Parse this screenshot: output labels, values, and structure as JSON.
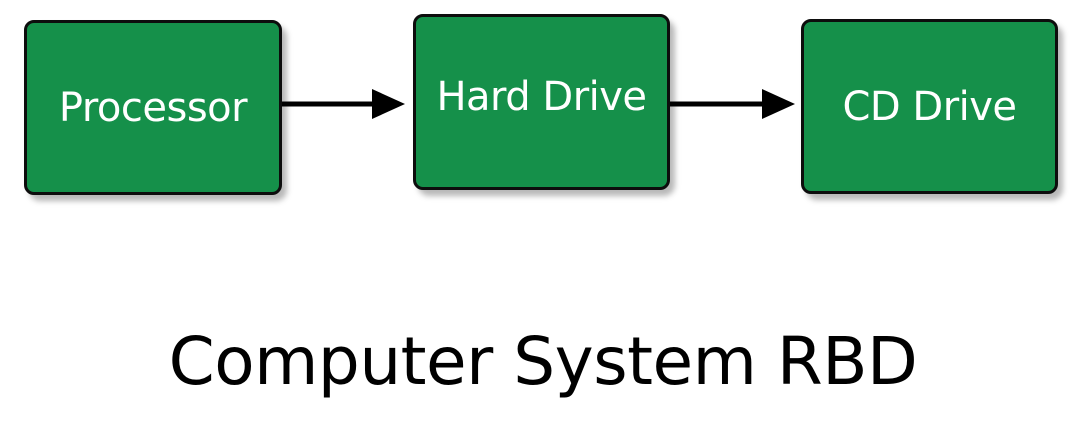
{
  "diagram": {
    "colors": {
      "block_fill": "#15904a",
      "block_border": "#0d0d0d",
      "block_text": "#ffffff",
      "arrow": "#000000",
      "title_text": "#000000"
    },
    "blocks": [
      {
        "id": "processor",
        "label": "Processor"
      },
      {
        "id": "harddrive",
        "label": "Hard Drive"
      },
      {
        "id": "cddrive",
        "label": "CD Drive"
      }
    ],
    "connections": [
      {
        "from": "processor",
        "to": "harddrive"
      },
      {
        "from": "harddrive",
        "to": "cddrive"
      }
    ],
    "title": "Computer System RBD"
  }
}
